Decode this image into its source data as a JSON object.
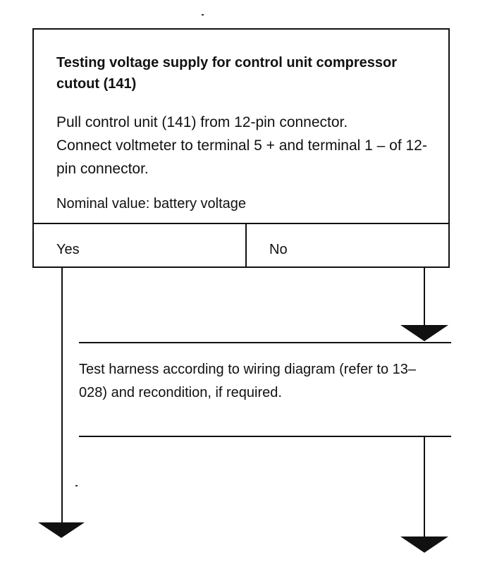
{
  "decision": {
    "title": "Testing voltage supply for control unit compressor cutout (141)",
    "instruction_line1": "Pull control unit (141) from 12-pin connector.",
    "instruction_line2": "Connect voltmeter to terminal 5 + and terminal 1 – of 12-pin connector.",
    "nominal": "Nominal value: battery voltage",
    "yes_label": "Yes",
    "no_label": "No"
  },
  "action": {
    "text": "Test harness according to wiring diagram (refer to 13–028) and recondition, if required."
  },
  "colors": {
    "ink": "#111111",
    "paper": "#ffffff"
  }
}
